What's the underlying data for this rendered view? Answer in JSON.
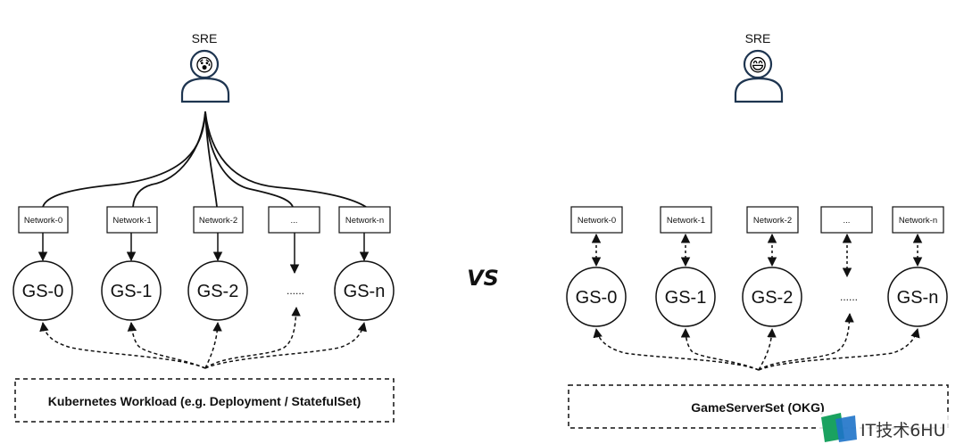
{
  "left": {
    "sre_label": "SRE",
    "sre_emoji": "😰",
    "networks": [
      "Network-0",
      "Network-1",
      "Network-2",
      "...",
      "Network-n"
    ],
    "servers": [
      "GS-0",
      "GS-1",
      "GS-2",
      "......",
      "GS-n"
    ],
    "workload_label": "Kubernetes Workload (e.g. Deployment / StatefulSet)"
  },
  "vs_label": "VS",
  "right": {
    "sre_label": "SRE",
    "sre_emoji": "😄",
    "networks": [
      "Network-0",
      "Network-1",
      "Network-2",
      "...",
      "Network-n"
    ],
    "servers": [
      "GS-0",
      "GS-1",
      "GS-2",
      "......",
      "GS-n"
    ],
    "workload_label": "GameServerSet (OKG)"
  },
  "watermark": {
    "text": "IT技术6HU",
    "icon": "green-blue-logo-icon"
  }
}
